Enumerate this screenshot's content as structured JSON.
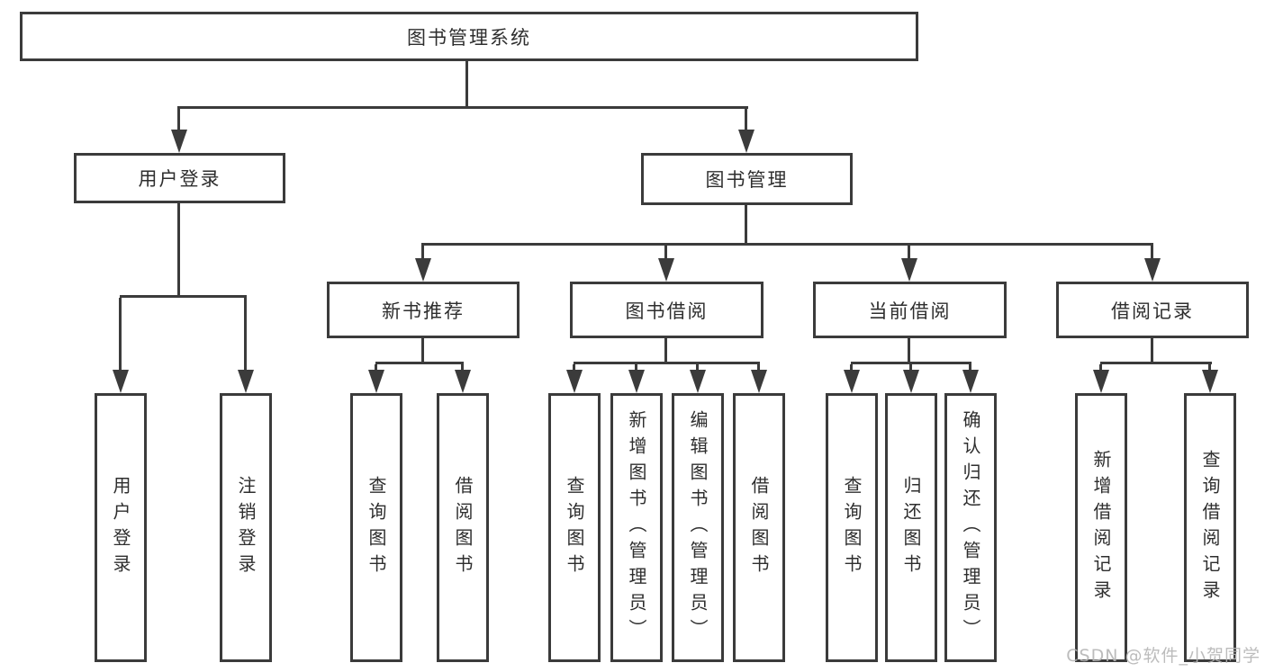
{
  "diagram": {
    "title": "图书管理系统",
    "level2": {
      "user_login": "用户登录",
      "book_management": "图书管理"
    },
    "level3": {
      "new_book_recommend": "新书推荐",
      "book_borrowing": "图书借阅",
      "current_borrowing": "当前借阅",
      "borrowing_records": "借阅记录"
    },
    "leaves": {
      "user_login": [
        "用户登录",
        "注销登录"
      ],
      "new_book_recommend": [
        "查询图书",
        "借阅图书"
      ],
      "book_borrowing": [
        "查询图书",
        "新增图书（管理员）",
        "编辑图书（管理员）",
        "借阅图书"
      ],
      "current_borrowing": [
        "查询图书",
        "归还图书",
        "确认归还（管理员）"
      ],
      "borrowing_records": [
        "新增借阅记录",
        "查询借阅记录"
      ]
    }
  },
  "watermark": "CSDN @软件_小贺同学",
  "colors": {
    "line": "#3b3b3b",
    "text": "#2e2e2e",
    "watermark": "#b5b5b5",
    "background": "#ffffff"
  }
}
